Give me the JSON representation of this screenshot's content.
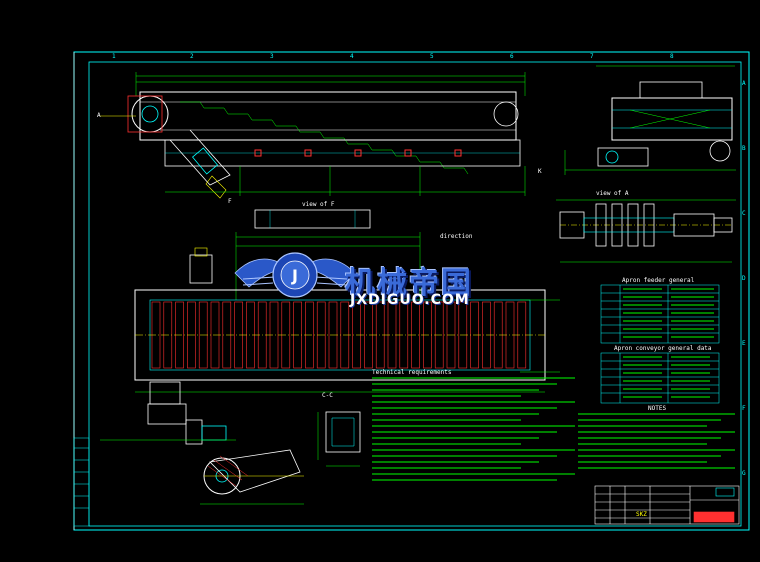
{
  "watermark": {
    "title": "机械帝国",
    "url": "JXDIGUO.COM",
    "colors": {
      "primary": "#3a6ad8",
      "url": "#ffffff"
    }
  },
  "drawing": {
    "view_f_label": "view of F",
    "view_a_label": "view of A",
    "section_label": "C-C",
    "direction_label": "direction",
    "mark_a": "A",
    "mark_f": "F",
    "mark_k": "K",
    "tech_req_title": "Technical requirements",
    "table1_title": "Apron feeder general",
    "table2_title": "Apron conveyor general data",
    "notes_title": "NOTES",
    "title_block_code": "SKZ"
  },
  "frame": {
    "top_numbers": [
      "1",
      "2",
      "3",
      "4",
      "5",
      "6",
      "7",
      "8"
    ],
    "right_letters": [
      "A",
      "B",
      "C",
      "D",
      "E",
      "F",
      "G"
    ]
  },
  "colors": {
    "background": "#000000",
    "frame": "#00ffff",
    "geometry": "#ffffff",
    "dims": "#00ff00",
    "hatch": "#ff3030",
    "accent": "#ffff00",
    "magenta": "#ff00ff"
  }
}
